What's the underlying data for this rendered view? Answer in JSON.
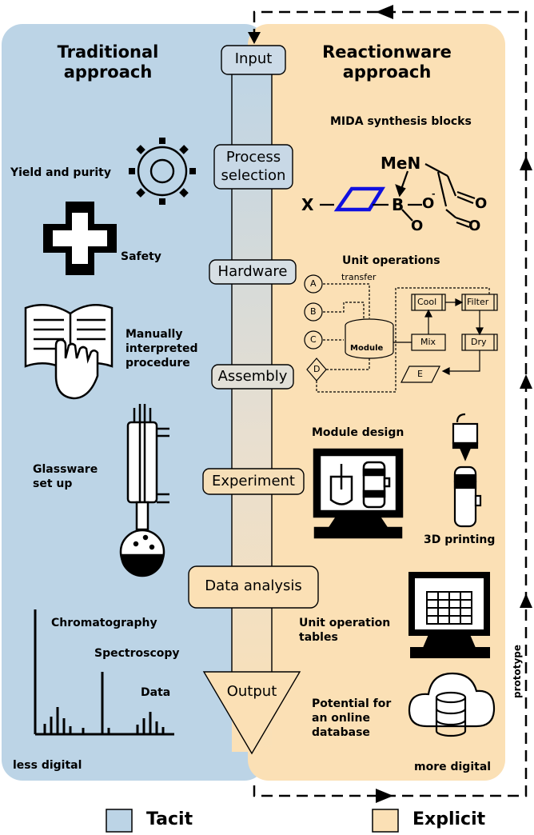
{
  "left_panel": {
    "heading_line1": "Traditional",
    "heading_line2": "approach",
    "items": {
      "yield": "Yield and purity",
      "safety": "Safety",
      "manual_line1": "Manually",
      "manual_line2": "interpreted",
      "manual_line3": "procedure",
      "glass_line1": "Glassware",
      "glass_line2": "set up",
      "chromatography": "Chromatography",
      "spectroscopy": "Spectroscopy",
      "data": "Data"
    },
    "footer": "less digital"
  },
  "right_panel": {
    "heading_line1": "Reactionware",
    "heading_line2": "approach",
    "mida": "MIDA synthesis blocks",
    "molecule": {
      "men": "MeN",
      "x": "X",
      "b": "B",
      "o1": "O",
      "o2": "O",
      "o3": "O",
      "o4": "O",
      "minus": "-"
    },
    "unit_ops": "Unit operations",
    "flow": {
      "transfer": "transfer",
      "a": "A",
      "b": "B",
      "c": "C",
      "d": "D",
      "e": "E",
      "module": "Module",
      "mix": "Mix",
      "cool": "Cool",
      "filter": "Filter",
      "dry": "Dry"
    },
    "module_design": "Module design",
    "printing": "3D printing",
    "tables_line1": "Unit operation",
    "tables_line2": "tables",
    "db_line1": "Potential for",
    "db_line2": "an online",
    "db_line3": "database",
    "footer": "more digital",
    "prototype": "prototype"
  },
  "stages": {
    "input": "Input",
    "process_line1": "Process",
    "process_line2": "selection",
    "hardware": "Hardware",
    "assembly": "Assembly",
    "experiment": "Experiment",
    "data_analysis": "Data analysis",
    "output": "Output"
  },
  "legend": {
    "tacit": "Tacit",
    "explicit": "Explicit"
  },
  "colors": {
    "tacit": "#bcd4e6",
    "explicit": "#fbe0b5",
    "module_blue": "#1010e0"
  }
}
